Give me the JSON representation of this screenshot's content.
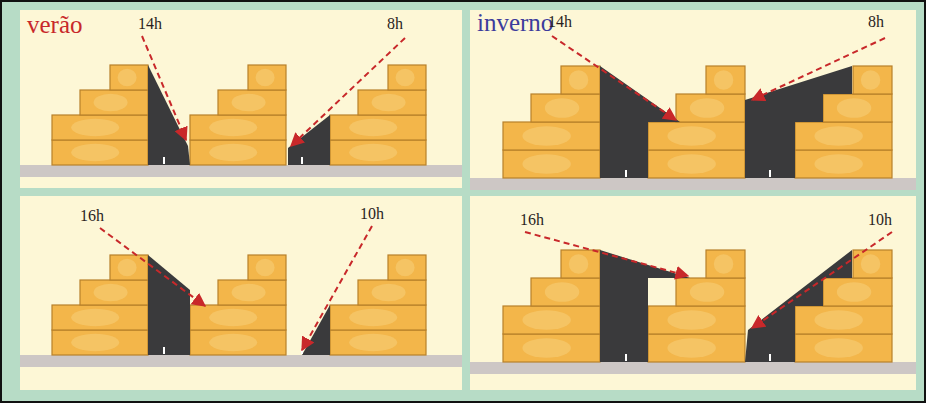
{
  "diagram": {
    "labels": [
      "verão",
      "14h",
      "8h",
      "16h",
      "10h",
      "inverno",
      "14h",
      "8h",
      "16h",
      "10h"
    ]
  }
}
